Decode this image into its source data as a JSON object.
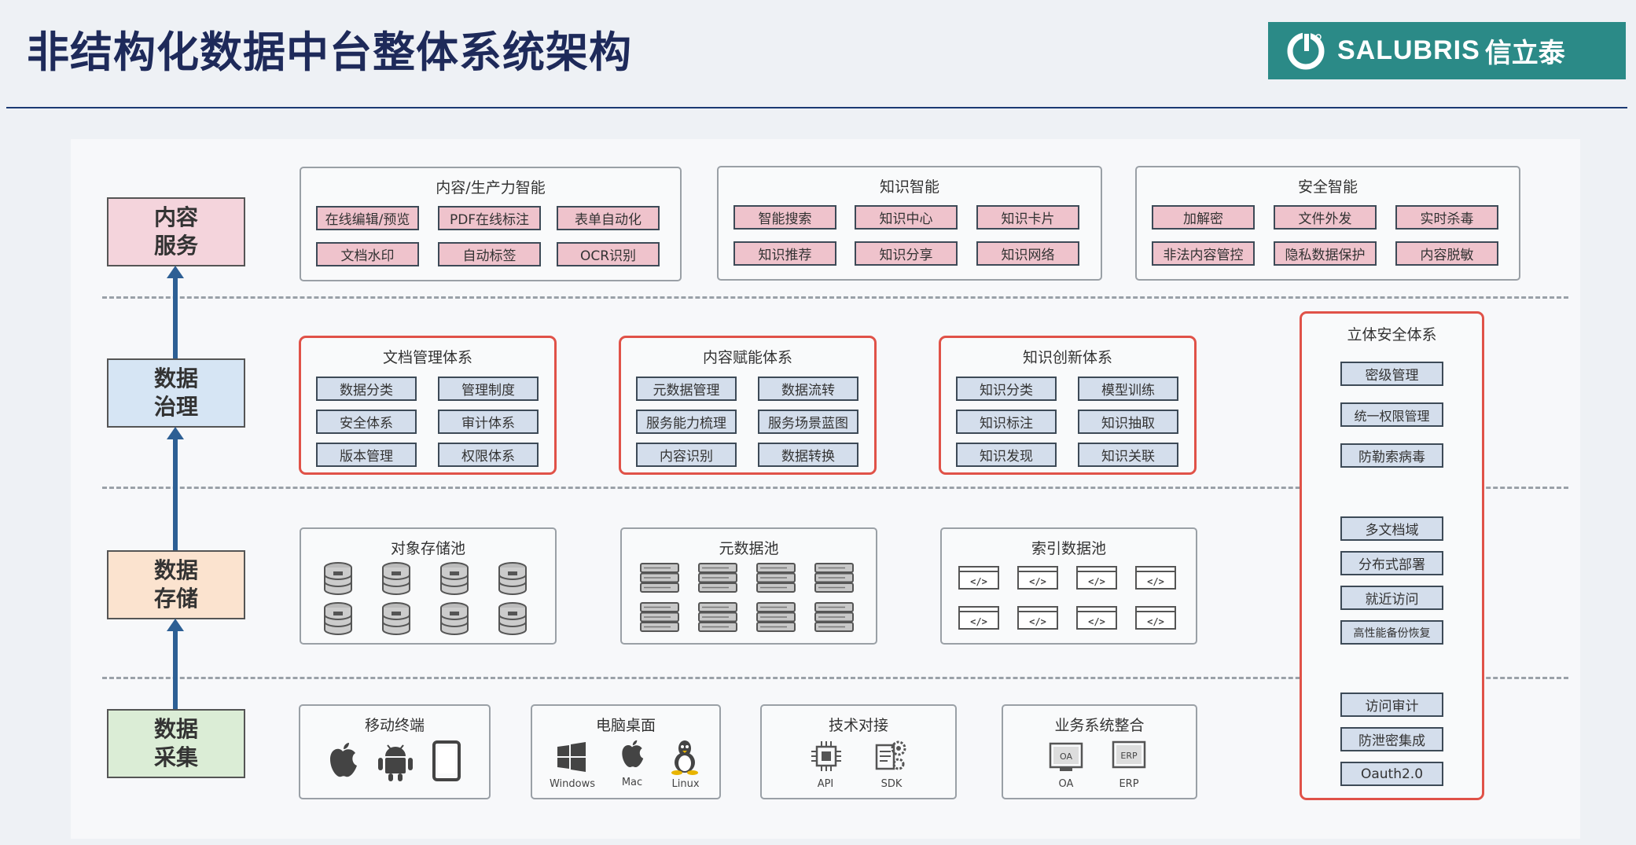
{
  "title": "非结构化数据中台整体系统架构",
  "logo": {
    "brand": "SALUBRIS",
    "cn": "信立泰",
    "bg_color": "#2b8a87"
  },
  "layers": [
    {
      "label": "内容服务",
      "line1": "内容",
      "line2": "服务",
      "color": "#f4d4dc"
    },
    {
      "label": "数据治理",
      "line1": "数据",
      "line2": "治理",
      "color": "#d6e5f4"
    },
    {
      "label": "数据存储",
      "line1": "数据",
      "line2": "存储",
      "color": "#fbe3cf"
    },
    {
      "label": "数据采集",
      "line1": "数据",
      "line2": "采集",
      "color": "#dbedd6"
    }
  ],
  "service": {
    "groups": [
      {
        "title": "内容/生产力智能",
        "items": [
          "在线编辑/预览",
          "PDF在线标注",
          "表单自动化",
          "文档水印",
          "自动标签",
          "OCR识别"
        ]
      },
      {
        "title": "知识智能",
        "items": [
          "智能搜索",
          "知识中心",
          "知识卡片",
          "知识推荐",
          "知识分享",
          "知识网络"
        ]
      },
      {
        "title": "安全智能",
        "items": [
          "加解密",
          "文件外发",
          "实时杀毒",
          "非法内容管控",
          "隐私数据保护",
          "内容脱敏"
        ]
      }
    ]
  },
  "governance": {
    "groups": [
      {
        "title": "文档管理体系",
        "items": [
          "数据分类",
          "管理制度",
          "安全体系",
          "审计体系",
          "版本管理",
          "权限体系"
        ]
      },
      {
        "title": "内容赋能体系",
        "items": [
          "元数据管理",
          "数据流转",
          "服务能力梳理",
          "服务场景蓝图",
          "内容识别",
          "数据转换"
        ]
      },
      {
        "title": "知识创新体系",
        "items": [
          "知识分类",
          "模型训练",
          "知识标注",
          "知识抽取",
          "知识发现",
          "知识关联"
        ]
      }
    ]
  },
  "storage": {
    "pools": [
      {
        "title": "对象存储池",
        "icon": "database-icon"
      },
      {
        "title": "元数据池",
        "icon": "server-icon"
      },
      {
        "title": "索引数据池",
        "icon": "code-tag-icon"
      }
    ],
    "code_glyph": "</>"
  },
  "collection": {
    "groups": [
      {
        "title": "移动终端",
        "icons": [
          "apple-icon",
          "android-icon",
          "tablet-icon"
        ],
        "labels": []
      },
      {
        "title": "电脑桌面",
        "icons": [
          "windows-icon",
          "apple-icon",
          "linux-icon"
        ],
        "labels": [
          "Windows",
          "Mac",
          "Linux"
        ]
      },
      {
        "title": "技术对接",
        "icons": [
          "api-chip-icon",
          "sdk-gear-icon"
        ],
        "labels": [
          "API",
          "SDK"
        ]
      },
      {
        "title": "业务系统整合",
        "icons": [
          "oa-icon",
          "erp-icon"
        ],
        "labels": [
          "OA",
          "ERP"
        ],
        "icon_texts": [
          "OA",
          "ERP"
        ]
      }
    ]
  },
  "security": {
    "title": "立体安全体系",
    "items": [
      "密级管理",
      "统一权限管理",
      "防勒索病毒",
      "多文档域",
      "分布式部署",
      "就近访问",
      "高性能备份恢复",
      "访问审计",
      "防泄密集成",
      "Oauth2.0"
    ]
  }
}
